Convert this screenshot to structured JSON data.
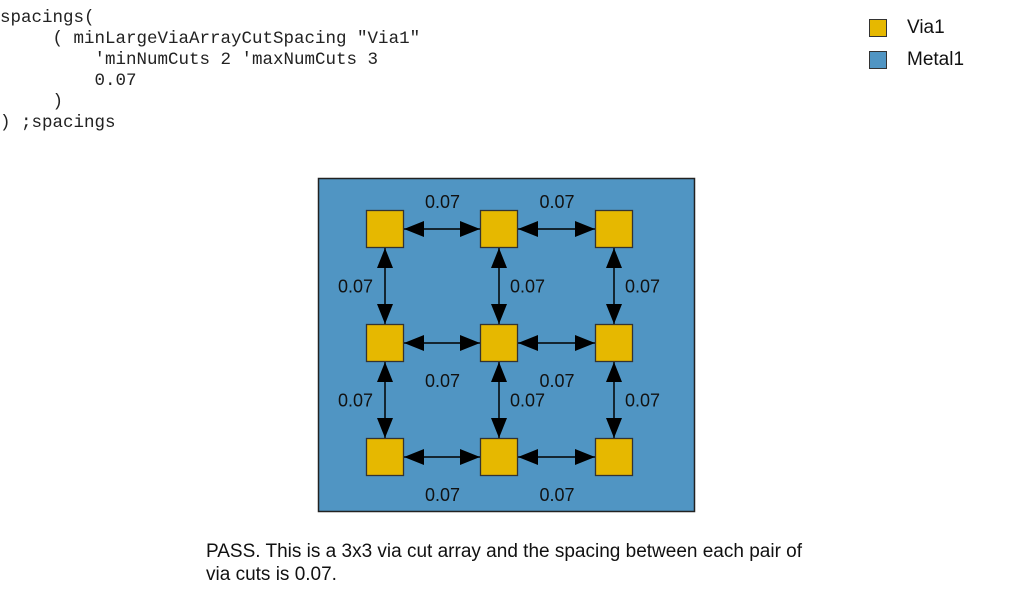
{
  "code": {
    "lines": [
      "spacings(",
      "     ( minLargeViaArrayCutSpacing \"Via1\"",
      "         'minNumCuts 2 'maxNumCuts 3",
      "         0.07",
      "     )",
      ") ;spacings"
    ]
  },
  "legend": {
    "items": [
      {
        "label": "Via1",
        "color": "#e6b800"
      },
      {
        "label": "Metal1",
        "color": "#5095c3"
      }
    ]
  },
  "diagram": {
    "metal_color": "#5095c3",
    "via_color": "#e6b800",
    "rows": 3,
    "cols": 3,
    "spacing_label": "0.07",
    "h_labels": [
      "0.07",
      "0.07",
      "0.07",
      "0.07",
      "0.07",
      "0.07"
    ],
    "v_labels": [
      "0.07",
      "0.07",
      "0.07",
      "0.07",
      "0.07",
      "0.07"
    ]
  },
  "caption": {
    "text": "PASS. This is a 3x3 via cut array and the spacing between each pair of via cuts is 0.07."
  }
}
